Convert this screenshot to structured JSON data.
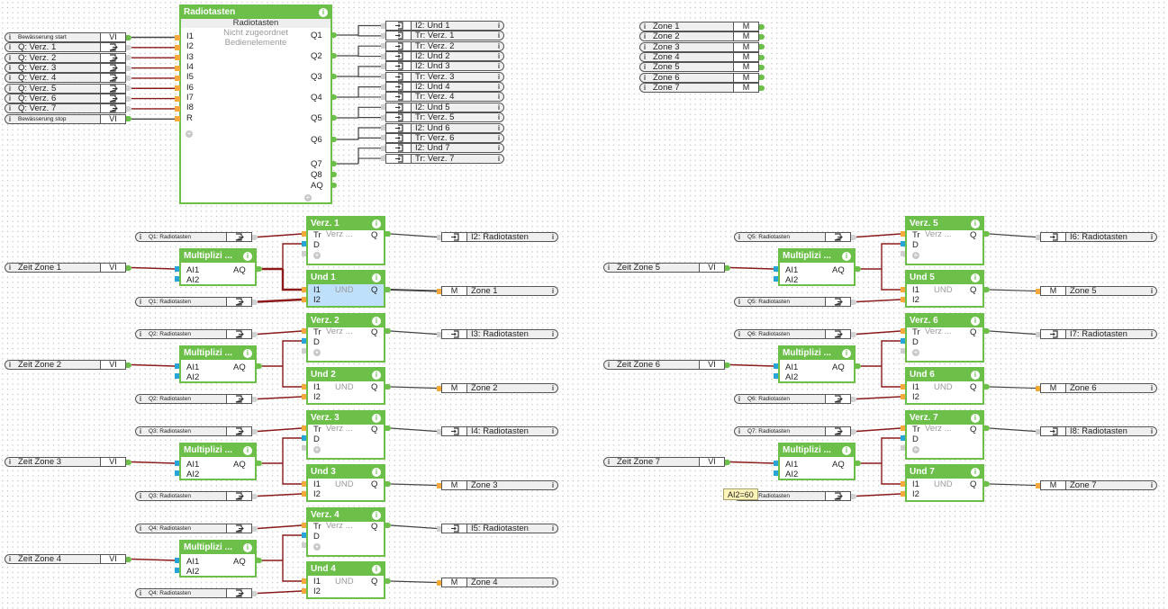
{
  "radiotasten": {
    "title": "Radiotasten",
    "subtitle": "Radiotasten",
    "desc_line1": "Nicht zugeordnet",
    "desc_line2": "Bedienelemente",
    "inputs": [
      "I1",
      "I2",
      "I3",
      "I4",
      "I5",
      "I6",
      "I7",
      "I8",
      "R"
    ],
    "outputs": [
      "Q1",
      "Q2",
      "Q3",
      "Q4",
      "Q5",
      "Q6",
      "Q7",
      "Q8",
      "AQ"
    ]
  },
  "left_inputs": [
    {
      "label": "Bewässerung start",
      "tag": "VI",
      "small": true
    },
    {
      "label": "Q: Verz. 1",
      "tag": "exit-icon"
    },
    {
      "label": "Q: Verz. 2",
      "tag": "exit-icon"
    },
    {
      "label": "Q: Verz. 3",
      "tag": "exit-icon"
    },
    {
      "label": "Q: Verz. 4",
      "tag": "exit-icon"
    },
    {
      "label": "Q: Verz. 5",
      "tag": "exit-icon"
    },
    {
      "label": "Q: Verz. 6",
      "tag": "exit-icon"
    },
    {
      "label": "Q: Verz. 7",
      "tag": "exit-icon"
    },
    {
      "label": "Bewässerung stop",
      "tag": "VI",
      "small": true
    }
  ],
  "radiotasten_outputs": [
    "I2: Und 1",
    "Tr: Verz. 1",
    "Tr: Verz. 2",
    "I2: Und 2",
    "I2: Und 3",
    "Tr: Verz. 3",
    "I2: Und 4",
    "Tr: Verz. 4",
    "I2: Und 5",
    "Tr: Verz. 5",
    "I2: Und 6",
    "Tr: Verz. 6",
    "I2: Und 7",
    "Tr: Verz. 7"
  ],
  "zones_list": {
    "tag": "M",
    "items": [
      "Zone 1",
      "Zone 2",
      "Zone 3",
      "Zone 4",
      "Zone 5",
      "Zone 6",
      "Zone 7"
    ]
  },
  "labels": {
    "verz_mid": "Verz ...",
    "und_mid": "UND",
    "mult_title": "Multiplizi ...",
    "pin_tr": "Tr",
    "pin_d": "D",
    "pin_q": "Q",
    "pin_i1": "I1",
    "pin_i2": "I2",
    "pin_ai1": "AI1",
    "pin_ai2": "AI2",
    "pin_aq": "AQ",
    "vi": "VI",
    "m": "M",
    "info": "i"
  },
  "groups": [
    {
      "n": 1,
      "verz": "Verz. 1",
      "und": "Und 1",
      "zeit": "Zeit Zone 1",
      "q_ref": "Q1: Radiotasten",
      "out_ref": "I2: Radiotasten",
      "zone": "Zone 1",
      "highlight": true
    },
    {
      "n": 2,
      "verz": "Verz. 2",
      "und": "Und 2",
      "zeit": "Zeit Zone 2",
      "q_ref": "Q2: Radiotasten",
      "out_ref": "I3: Radiotasten",
      "zone": "Zone 2"
    },
    {
      "n": 3,
      "verz": "Verz. 3",
      "und": "Und 3",
      "zeit": "Zeit Zone 3",
      "q_ref": "Q3: Radiotasten",
      "out_ref": "I4: Radiotasten",
      "zone": "Zone 3"
    },
    {
      "n": 4,
      "verz": "Verz. 4",
      "und": "Und 4",
      "zeit": "Zeit Zone 4",
      "q_ref": "Q4: Radiotasten",
      "out_ref": "I5: Radiotasten",
      "zone": "Zone 4"
    },
    {
      "n": 5,
      "verz": "Verz. 5",
      "und": "Und 5",
      "zeit": "Zeit Zone 5",
      "q_ref": "Q5: Radiotasten",
      "out_ref": "I6: Radiotasten",
      "zone": "Zone 5"
    },
    {
      "n": 6,
      "verz": "Verz. 6",
      "und": "Und 6",
      "zeit": "Zeit Zone 6",
      "q_ref": "Q6: Radiotasten",
      "out_ref": "I7: Radiotasten",
      "zone": "Zone 6"
    },
    {
      "n": 7,
      "verz": "Verz. 7",
      "und": "Und 7",
      "zeit": "Zeit Zone 7",
      "q_ref": "Q7: Radiotasten",
      "out_ref": "I8: Radiotasten",
      "zone": "Zone 7",
      "tooltip": "AI2=60"
    }
  ],
  "colors": {
    "block_green": "#6cc04a",
    "wire_red": "#8b1a1a",
    "wire_dark": "#444444",
    "highlight_blue": "#bfe0fb",
    "port_orange": "#f4a93a",
    "port_blue": "#27a5d8"
  }
}
